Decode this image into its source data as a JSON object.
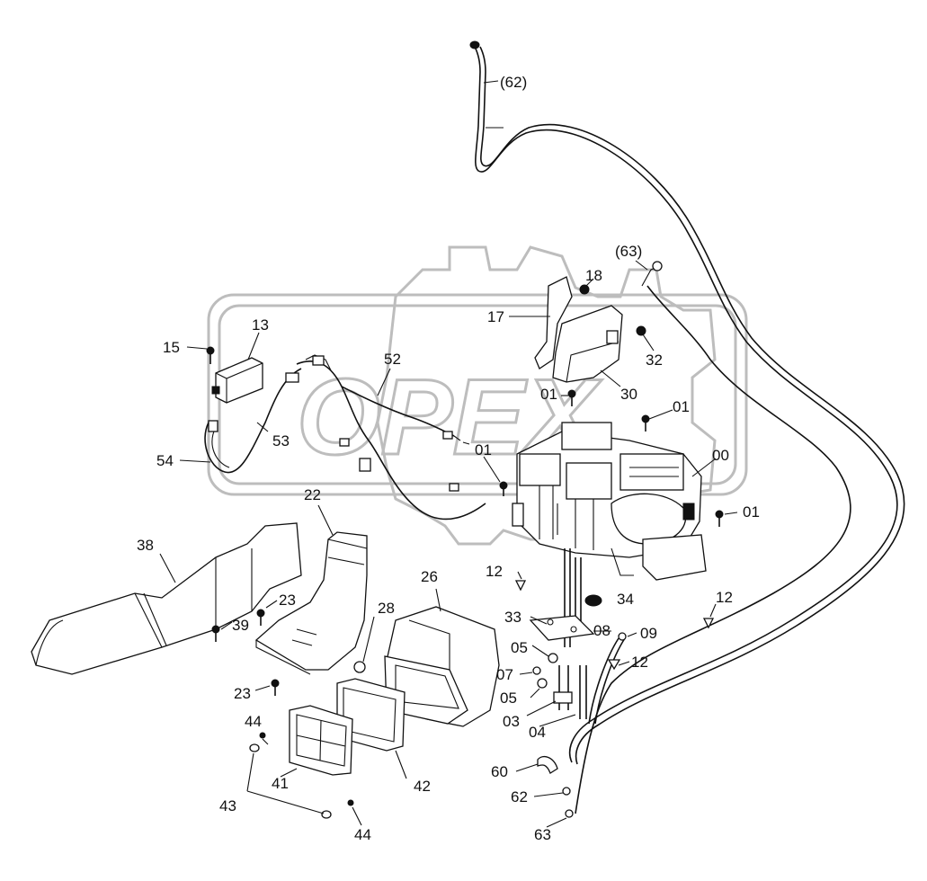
{
  "watermark": {
    "text": "OPEX",
    "color": "#bdbdbd"
  },
  "labels": {
    "l00": "00",
    "l01a": "01",
    "l01b": "01",
    "l01c": "01",
    "l01d": "01",
    "l03": "03",
    "l04": "04",
    "l05a": "05",
    "l05b": "05",
    "l07": "07",
    "l08": "08",
    "l09": "09",
    "l12a": "12",
    "l12b": "12",
    "l12c": "12",
    "l13": "13",
    "l15": "15",
    "l17": "17",
    "l18": "18",
    "l22": "22",
    "l23a": "23",
    "l23b": "23",
    "l26": "26",
    "l28": "28",
    "l30": "30",
    "l32": "32",
    "l33": "33",
    "l34": "34",
    "l38": "38",
    "l39": "39",
    "l41": "41",
    "l42": "42",
    "l43": "43",
    "l44a": "44",
    "l44b": "44",
    "l52": "52",
    "l53": "53",
    "l54": "54",
    "l60": "60",
    "l62a": "(62)",
    "l62b": "62",
    "l63a": "(63)",
    "l63b": "63"
  }
}
